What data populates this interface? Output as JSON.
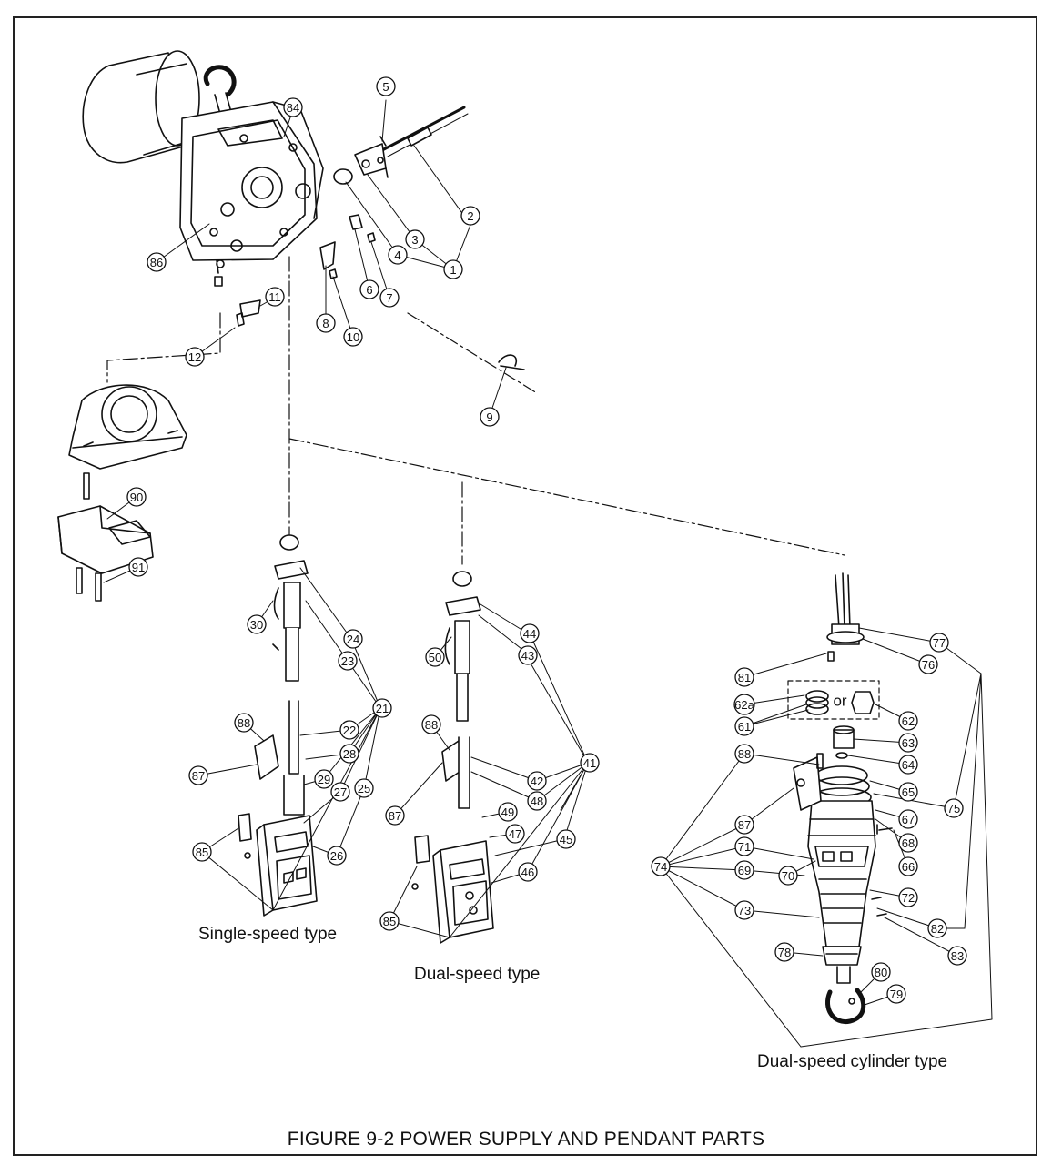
{
  "figure": {
    "title": "FIGURE 9-2  POWER SUPPLY AND PENDANT PARTS"
  },
  "captions": {
    "single_speed": "Single-speed type",
    "dual_speed": "Dual-speed type",
    "dual_speed_cylinder": "Dual-speed cylinder type"
  },
  "alternative_text": "or",
  "callouts": [
    "1",
    "2",
    "3",
    "4",
    "5",
    "6",
    "7",
    "8",
    "9",
    "10",
    "11",
    "12",
    "21",
    "22",
    "23",
    "24",
    "25",
    "26",
    "27",
    "28",
    "29",
    "30",
    "41",
    "42",
    "43",
    "44",
    "45",
    "46",
    "47",
    "48",
    "49",
    "50",
    "61",
    "62",
    "62a",
    "63",
    "64",
    "65",
    "66",
    "67",
    "68",
    "69",
    "70",
    "71",
    "72",
    "73",
    "74",
    "75",
    "76",
    "77",
    "78",
    "79",
    "80",
    "81",
    "82",
    "83",
    "84",
    "85",
    "86",
    "87",
    "88",
    "90",
    "91"
  ],
  "colors": {
    "ink": "#111111",
    "paper": "#ffffff"
  }
}
